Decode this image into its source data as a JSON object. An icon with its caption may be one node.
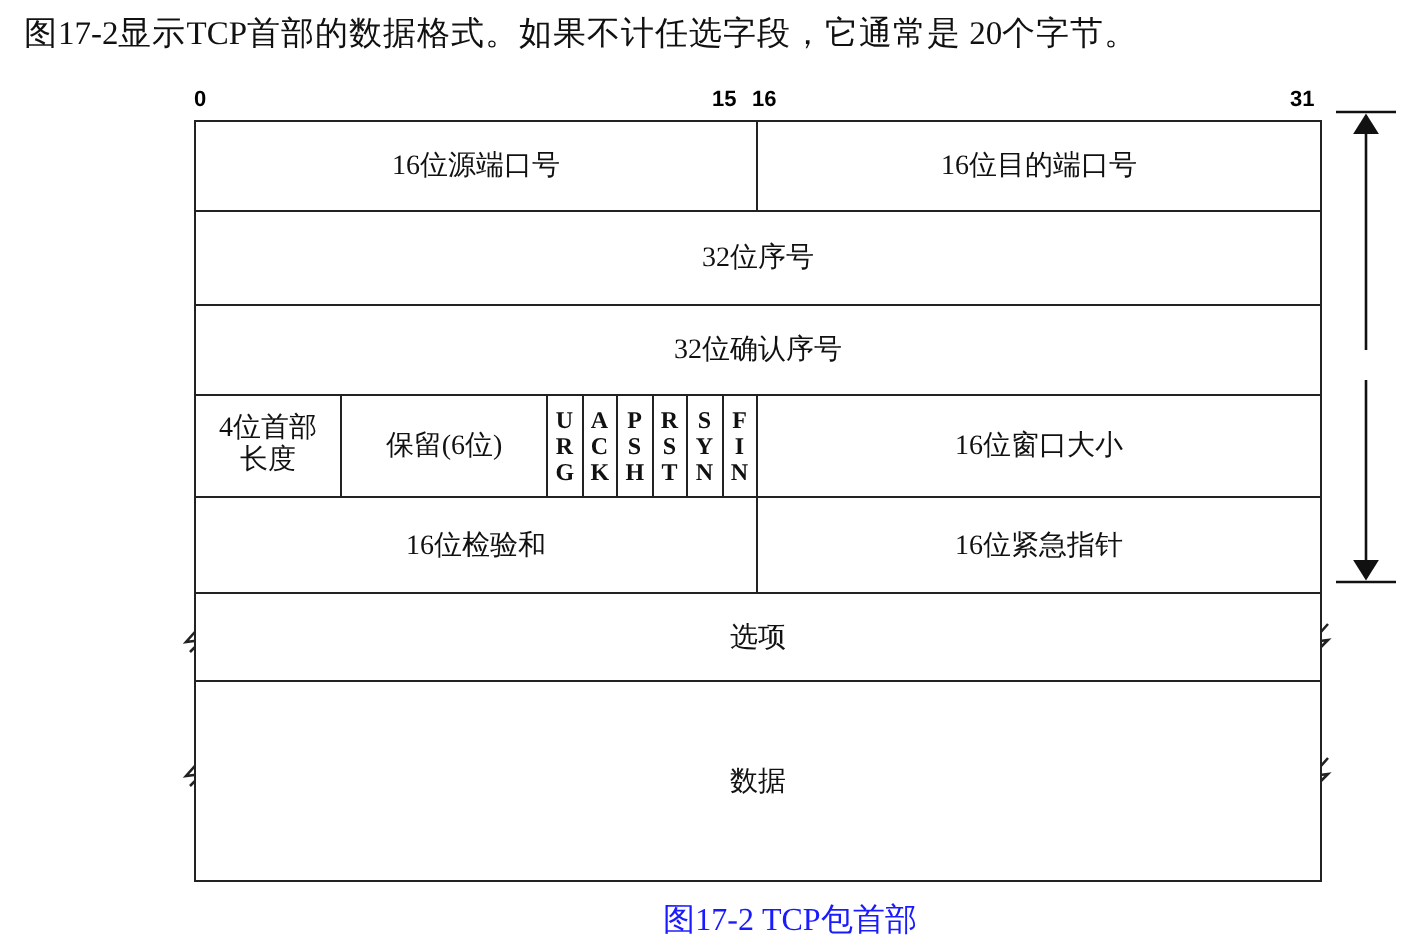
{
  "diagram": {
    "title": "图17-2显示TCP首部的数据格式。如果不计任选字段，它通常是 20个字节。",
    "caption": "图17-2 TCP包首部",
    "nodes": [
      {
        "text": [
          "16位源端口号"
        ]
      },
      {
        "text": [
          "16位目的端口号"
        ]
      },
      {
        "text": [
          "32位序号"
        ]
      },
      {
        "text": [
          "32位确认序号"
        ]
      },
      {
        "text": [
          "4位首部长度"
        ]
      },
      {
        "text": [
          "保留(6位)"
        ]
      },
      {
        "text": [
          "URG"
        ]
      },
      {
        "text": [
          "ACK"
        ]
      },
      {
        "text": [
          "PSH"
        ]
      },
      {
        "text": [
          "RST"
        ]
      },
      {
        "text": [
          "SYN"
        ]
      },
      {
        "text": [
          "FIN"
        ]
      },
      {
        "text": [
          "16位窗口大小"
        ]
      },
      {
        "text": [
          "16位检验和"
        ]
      },
      {
        "text": [
          "16位紧急指针"
        ]
      },
      {
        "text": [
          "选项"
        ]
      },
      {
        "text": [
          "数据"
        ]
      }
    ],
    "edges": [],
    "labels": [
      "0",
      "15",
      "16",
      "31"
    ]
  }
}
